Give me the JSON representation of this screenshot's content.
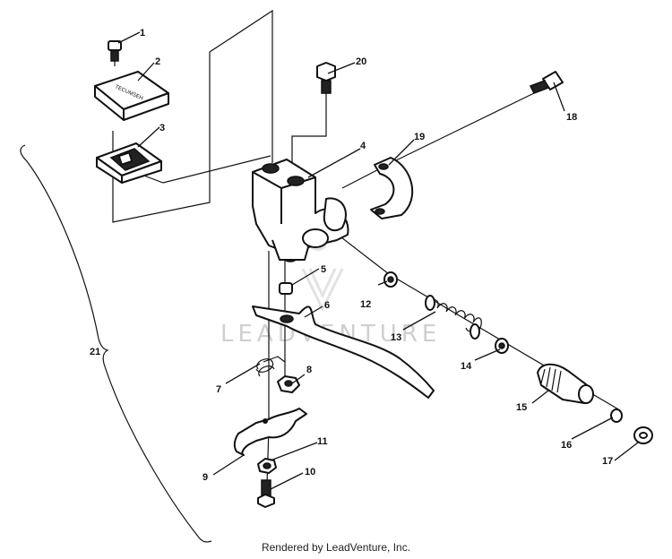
{
  "watermark": "LEADVENTURE",
  "footer": "Rendered by LeadVenture, Inc.",
  "callouts": {
    "c1": "1",
    "c2": "2",
    "c3": "3",
    "c4": "4",
    "c5": "5",
    "c6": "6",
    "c7": "7",
    "c8": "8",
    "c9": "9",
    "c10": "10",
    "c11": "11",
    "c12": "12",
    "c13": "13",
    "c14": "14",
    "c15": "15",
    "c16": "16",
    "c17": "17",
    "c18": "18",
    "c19": "19",
    "c20": "20",
    "c21": "21"
  },
  "cover_text": "TECUMSEH"
}
